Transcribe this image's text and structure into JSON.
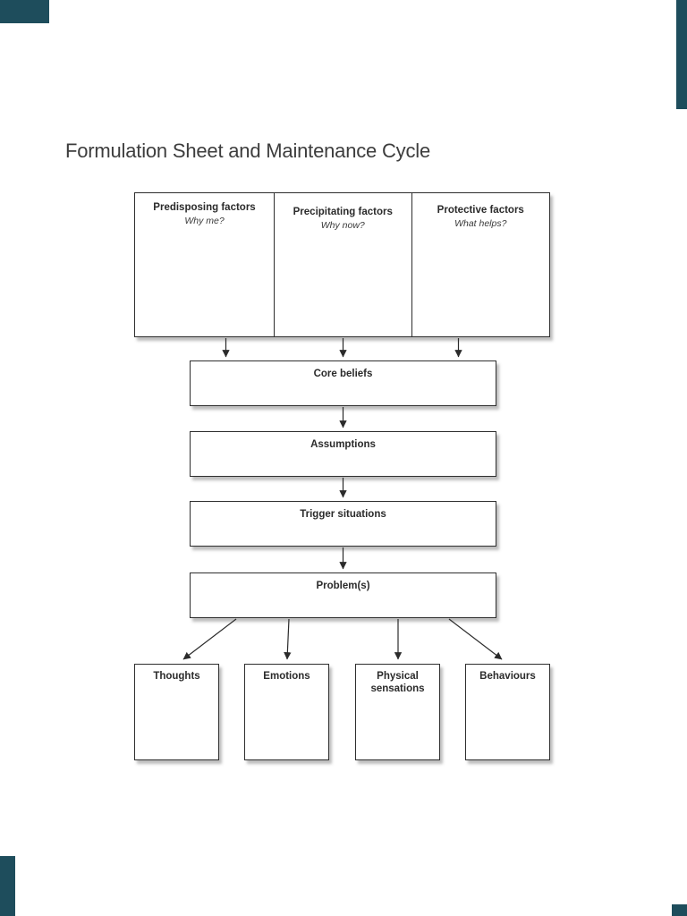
{
  "page": {
    "title": "Formulation Sheet and Maintenance Cycle"
  },
  "colors": {
    "corner_accent": "#1e4d5c",
    "box_border": "#2e2e2e",
    "label_text": "#2b2b2b",
    "title_text": "#3d3d3d"
  },
  "diagram": {
    "top_boxes": [
      {
        "title": "Predisposing factors",
        "subtitle": "Why me?"
      },
      {
        "title": "Precipitating factors",
        "subtitle": "Why now?"
      },
      {
        "title": "Protective factors",
        "subtitle": "What helps?"
      }
    ],
    "flow_boxes": [
      {
        "label": "Core beliefs"
      },
      {
        "label": "Assumptions"
      },
      {
        "label": "Trigger situations"
      },
      {
        "label": "Problem(s)"
      }
    ],
    "outcome_boxes": [
      {
        "label": "Thoughts"
      },
      {
        "label": "Emotions"
      },
      {
        "label": "Physical sensations"
      },
      {
        "label": "Behaviours"
      }
    ]
  }
}
